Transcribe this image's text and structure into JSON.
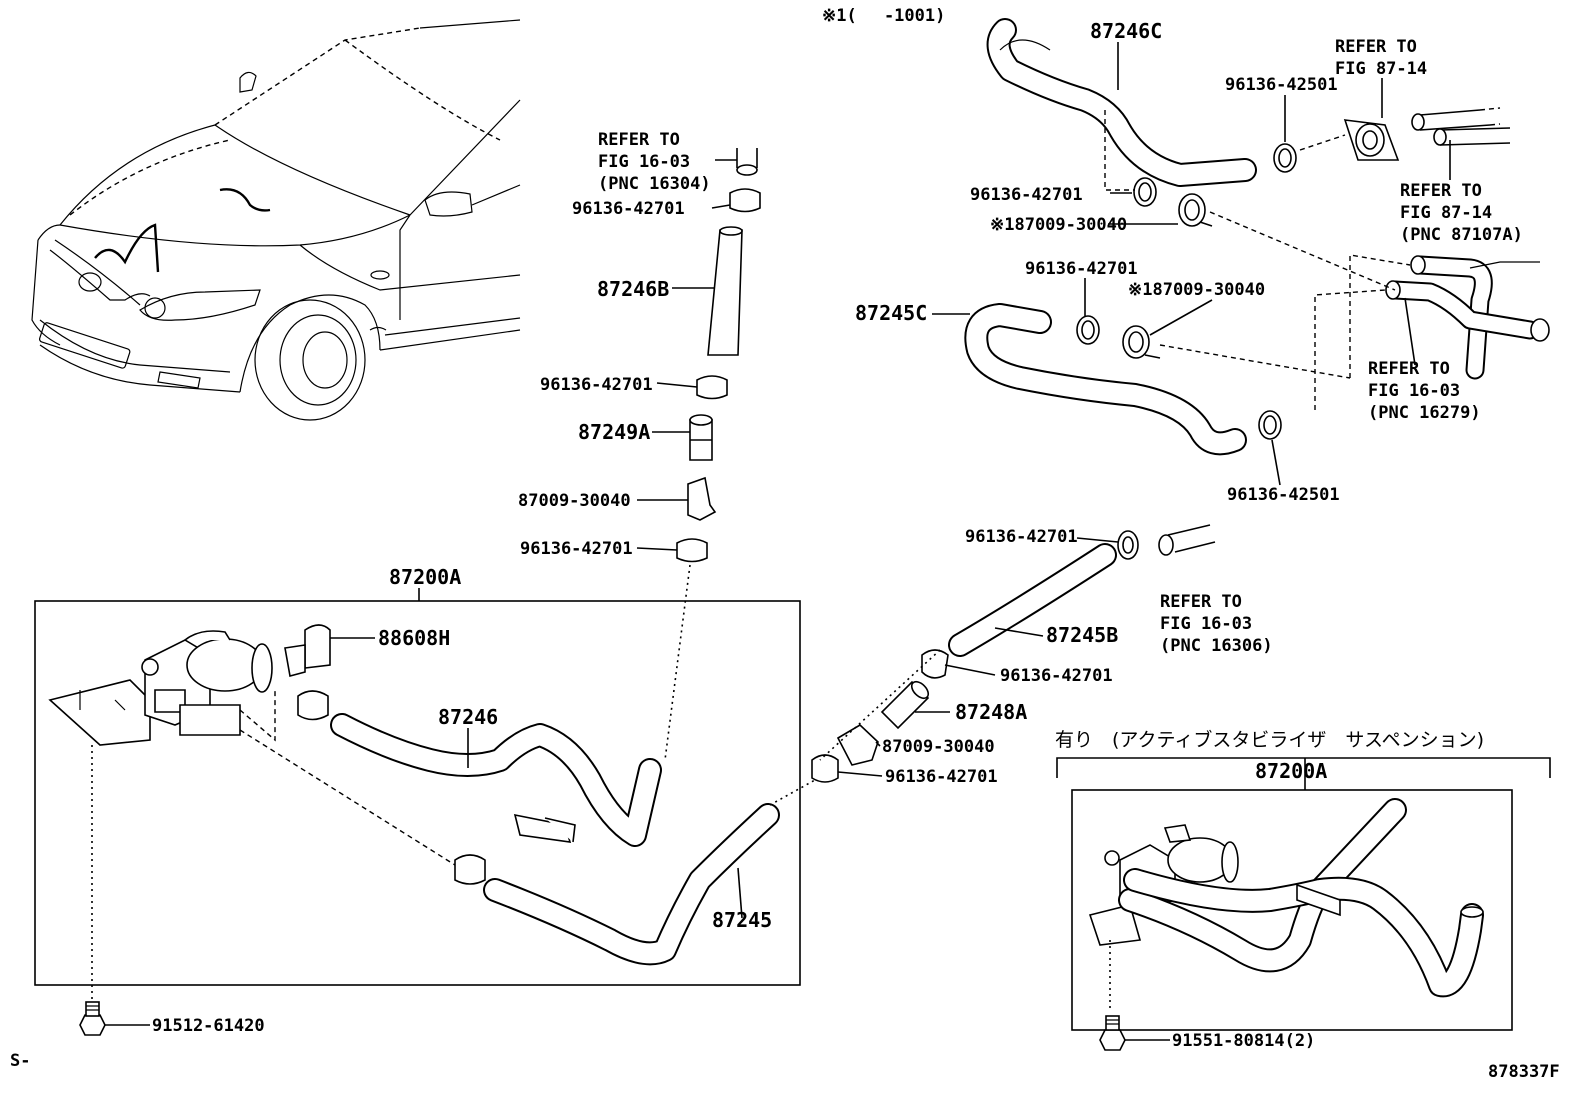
{
  "header": {
    "note": "※1(　 -1001)"
  },
  "labels": {
    "p87246c": "87246C",
    "refer_fig8714_a_1": "REFER TO",
    "refer_fig8714_a_2": "FIG 87-14",
    "c96136_42501_top": "96136-42501",
    "c96136_42701_r1": "96136-42701",
    "c187009_30040_r1": "※187009-30040",
    "refer_fig8714_b_1": "REFER TO",
    "refer_fig8714_b_2": "FIG 87-14",
    "refer_fig8714_b_3": "(PNC 87107A)",
    "c96136_42701_r2": "96136-42701",
    "c187009_30040_r2": "※187009-30040",
    "p87245c": "87245C",
    "refer_fig1603_c_1": "REFER TO",
    "refer_fig1603_c_2": "FIG 16-03",
    "refer_fig1603_c_3": "(PNC 16279)",
    "c96136_42501_bot": "96136-42501",
    "refer_fig1603_a_1": "REFER TO",
    "refer_fig1603_a_2": "FIG 16-03",
    "refer_fig1603_a_3": "(PNC 16304)",
    "c96136_42701_m1": "96136-42701",
    "p87246b": "87246B",
    "c96136_42701_m2": "96136-42701",
    "p87249a": "87249A",
    "c87009_30040_m": "87009-30040",
    "c96136_42701_m3": "96136-42701",
    "p87200a_main": "87200A",
    "p88608h": "88608H",
    "p87246": "87246",
    "p87245": "87245",
    "c96136_42701_b1": "96136-42701",
    "refer_fig1603_b_1": "REFER TO",
    "refer_fig1603_b_2": "FIG 16-03",
    "refer_fig1603_b_3": "(PNC 16306)",
    "p87245b": "87245B",
    "c96136_42701_b2": "96136-42701",
    "p87248a": "87248A",
    "c87009_30040_b": "87009-30040",
    "c96136_42701_b3": "96136-42701",
    "jp_variant": "有り　(アクティブスタビライザ　サスペンション)",
    "p87200a_variant": "87200A",
    "bolt_91512": "91512-61420",
    "bolt_91551": "91551-80814(2)",
    "corner_s": "S-",
    "figure_id": "878337F"
  }
}
